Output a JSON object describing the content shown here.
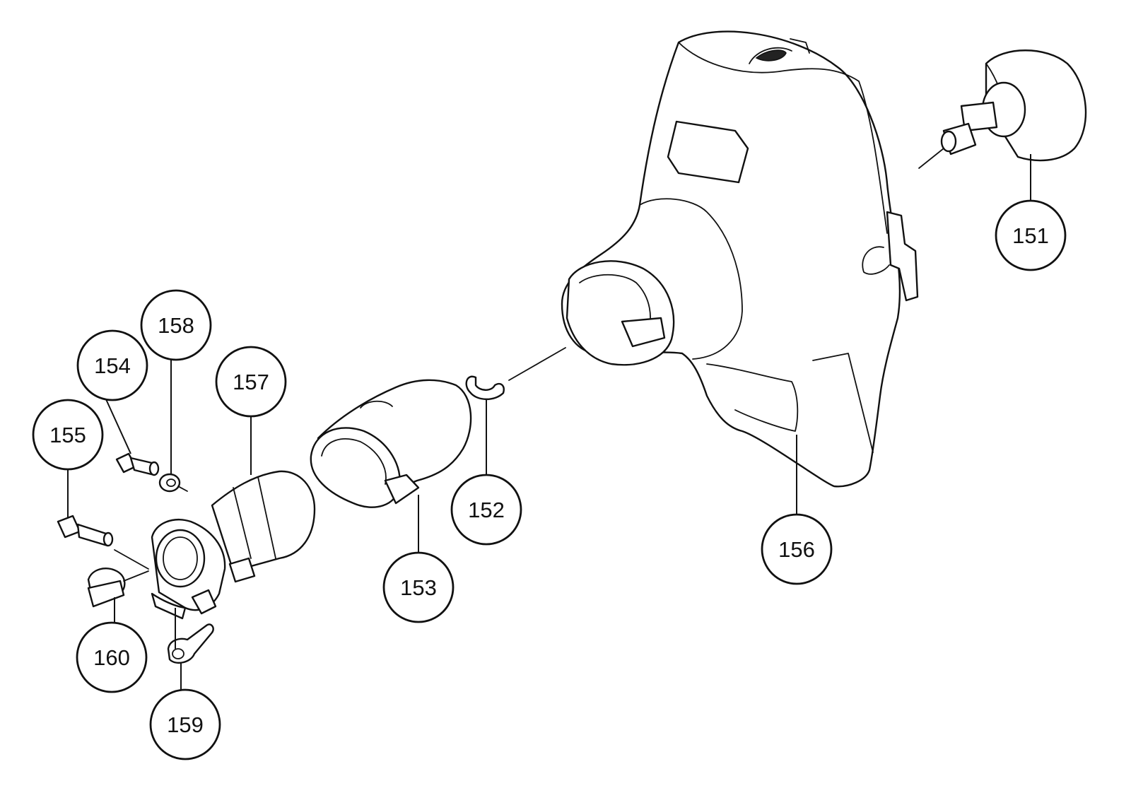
{
  "callouts": [
    {
      "id": "151",
      "label": "151"
    },
    {
      "id": "152",
      "label": "152"
    },
    {
      "id": "153",
      "label": "153"
    },
    {
      "id": "154",
      "label": "154"
    },
    {
      "id": "155",
      "label": "155"
    },
    {
      "id": "156",
      "label": "156"
    },
    {
      "id": "157",
      "label": "157"
    },
    {
      "id": "158",
      "label": "158"
    },
    {
      "id": "159",
      "label": "159"
    },
    {
      "id": "160",
      "label": "160"
    }
  ],
  "colors": {
    "line": "#111111",
    "background": "#ffffff"
  }
}
